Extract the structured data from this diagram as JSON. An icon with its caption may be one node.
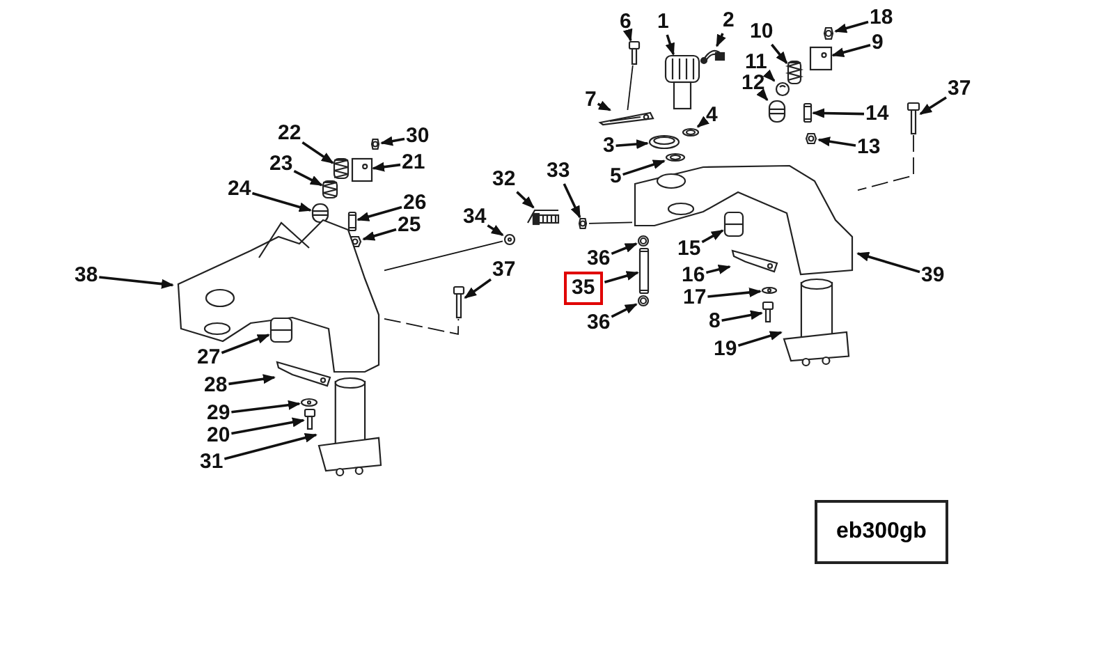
{
  "diagram": {
    "nodes": [
      {
        "text": [
          "18"
        ]
      },
      {
        "text": [
          "6"
        ]
      },
      {
        "text": [
          "2"
        ]
      },
      {
        "text": [
          "1"
        ]
      },
      {
        "text": [
          "10"
        ]
      },
      {
        "text": [
          "9"
        ]
      },
      {
        "text": [
          "11"
        ]
      },
      {
        "text": [
          "12"
        ]
      },
      {
        "text": [
          "37"
        ]
      },
      {
        "text": [
          "7"
        ]
      },
      {
        "text": [
          "14"
        ]
      },
      {
        "text": [
          "4"
        ]
      },
      {
        "text": [
          "3"
        ]
      },
      {
        "text": [
          "13"
        ]
      },
      {
        "text": [
          "22"
        ]
      },
      {
        "text": [
          "5"
        ]
      },
      {
        "text": [
          "30"
        ]
      },
      {
        "text": [
          "21"
        ]
      },
      {
        "text": [
          "23"
        ]
      },
      {
        "text": [
          "33"
        ]
      },
      {
        "text": [
          "32"
        ]
      },
      {
        "text": [
          "24"
        ]
      },
      {
        "text": [
          "26"
        ]
      },
      {
        "text": [
          "34"
        ]
      },
      {
        "text": [
          "25"
        ]
      },
      {
        "text": [
          "15"
        ]
      },
      {
        "text": [
          "36"
        ]
      },
      {
        "text": [
          "38"
        ]
      },
      {
        "text": [
          "37"
        ]
      },
      {
        "text": [
          "16"
        ]
      },
      {
        "text": [
          "35"
        ]
      },
      {
        "text": [
          "39"
        ]
      },
      {
        "text": [
          "17"
        ]
      },
      {
        "text": [
          "36"
        ]
      },
      {
        "text": [
          "8"
        ]
      },
      {
        "text": [
          "19"
        ]
      },
      {
        "text": [
          "27"
        ]
      },
      {
        "text": [
          "28"
        ]
      },
      {
        "text": [
          "29"
        ]
      },
      {
        "text": [
          "20"
        ]
      },
      {
        "text": [
          "31"
        ]
      },
      {
        "text": [
          "eb300gb"
        ]
      },
      {
        "text": [],
        "shape": "picture"
      },
      {
        "text": [],
        "shape": "picture"
      },
      {
        "text": [],
        "shape": "picture"
      },
      {
        "text": [],
        "shape": "picture"
      },
      {
        "text": [],
        "shape": "picture"
      },
      {
        "text": [],
        "shape": "picture"
      },
      {
        "text": [],
        "shape": "picture"
      },
      {
        "text": [],
        "shape": "picture"
      },
      {
        "text": [],
        "shape": "picture"
      },
      {
        "text": [],
        "shape": "picture"
      },
      {
        "text": [],
        "shape": "picture"
      },
      {
        "text": [],
        "shape": "picture"
      },
      {
        "text": [],
        "shape": "picture"
      },
      {
        "text": [],
        "shape": "picture"
      },
      {
        "text": [],
        "shape": "picture"
      },
      {
        "text": [],
        "shape": "picture"
      },
      {
        "text": [],
        "shape": "picture"
      },
      {
        "text": [],
        "shape": "picture"
      },
      {
        "text": [],
        "shape": "picture"
      },
      {
        "text": [],
        "shape": "picture"
      },
      {
        "text": [],
        "shape": "picture"
      },
      {
        "text": [],
        "shape": "picture"
      },
      {
        "text": [],
        "shape": "picture"
      },
      {
        "text": [],
        "shape": "picture"
      },
      {
        "text": [],
        "shape": "picture"
      },
      {
        "text": [],
        "shape": "picture"
      },
      {
        "text": [],
        "shape": "picture"
      },
      {
        "text": [],
        "shape": "picture"
      },
      {
        "text": [],
        "shape": "picture"
      },
      {
        "text": [],
        "shape": "picture"
      },
      {
        "text": [],
        "shape": "picture"
      },
      {
        "text": [],
        "shape": "picture"
      },
      {
        "text": [],
        "shape": "picture"
      },
      {
        "text": [],
        "shape": "picture"
      },
      {
        "text": [],
        "shape": "picture"
      },
      {
        "text": [],
        "shape": "picture"
      },
      {
        "text": [],
        "shape": "picture"
      },
      {
        "text": [],
        "shape": "picture"
      },
      {
        "text": [],
        "shape": "picture"
      },
      {
        "text": [],
        "shape": "picture"
      },
      {
        "text": [],
        "shape": "picture"
      }
    ],
    "edges": [
      {
        "from": 0,
        "to": 42,
        "arrow": "to"
      },
      {
        "from": 1,
        "to": 43,
        "arrow": "to"
      },
      {
        "from": 2,
        "to": 44,
        "arrow": "to"
      },
      {
        "from": 3,
        "to": 45,
        "arrow": "to"
      },
      {
        "from": 4,
        "to": 46,
        "arrow": "to"
      },
      {
        "from": 5,
        "to": 47,
        "arrow": "to"
      },
      {
        "from": 6,
        "to": 48,
        "arrow": "to"
      },
      {
        "from": 7,
        "to": 49,
        "arrow": "to"
      },
      {
        "from": 8,
        "to": 50,
        "arrow": "to"
      },
      {
        "from": 9,
        "to": 51,
        "arrow": "to"
      },
      {
        "from": 10,
        "to": 52,
        "arrow": "to"
      },
      {
        "from": 11,
        "to": 53,
        "arrow": "to"
      },
      {
        "from": 12,
        "to": 54,
        "arrow": "to"
      },
      {
        "from": 13,
        "to": 55,
        "arrow": "to"
      },
      {
        "from": 14,
        "to": 56,
        "arrow": "to"
      },
      {
        "from": 15,
        "to": 57,
        "arrow": "to"
      },
      {
        "from": 16,
        "to": 58,
        "arrow": "to"
      },
      {
        "from": 17,
        "to": 59,
        "arrow": "to"
      },
      {
        "from": 18,
        "to": 60,
        "arrow": "to"
      },
      {
        "from": 19,
        "to": 61,
        "arrow": "to"
      },
      {
        "from": 20,
        "to": 62,
        "arrow": "to"
      },
      {
        "from": 21,
        "to": 63,
        "arrow": "to"
      },
      {
        "from": 22,
        "to": 64,
        "arrow": "to"
      },
      {
        "from": 23,
        "to": 65,
        "arrow": "to"
      },
      {
        "from": 24,
        "to": 66,
        "arrow": "to"
      },
      {
        "from": 25,
        "to": 67,
        "arrow": "to"
      },
      {
        "from": 26,
        "to": 68,
        "arrow": "to"
      },
      {
        "from": 27,
        "to": 69,
        "arrow": "to"
      },
      {
        "from": 28,
        "to": 70,
        "arrow": "to"
      },
      {
        "from": 29,
        "to": 71,
        "arrow": "to"
      },
      {
        "from": 30,
        "to": 72,
        "arrow": "to"
      },
      {
        "from": 31,
        "to": 73,
        "arrow": "to"
      },
      {
        "from": 32,
        "to": 74,
        "arrow": "to"
      },
      {
        "from": 33,
        "to": 75,
        "arrow": "to"
      },
      {
        "from": 34,
        "to": 76,
        "arrow": "to"
      },
      {
        "from": 35,
        "to": 77,
        "arrow": "to"
      },
      {
        "from": 36,
        "to": 78,
        "arrow": "to"
      },
      {
        "from": 37,
        "to": 79,
        "arrow": "to"
      },
      {
        "from": 38,
        "to": 80,
        "arrow": "to"
      },
      {
        "from": 39,
        "to": 81,
        "arrow": "to"
      },
      {
        "from": 40,
        "to": 82,
        "arrow": "to"
      },
      {
        "from": 69,
        "to": 70,
        "arrow": "none",
        "style": "dashed"
      },
      {
        "from": 50,
        "to": 73,
        "arrow": "none",
        "style": "dashed"
      },
      {
        "from": 69,
        "to": 65,
        "arrow": "none"
      },
      {
        "from": 61,
        "to": 73,
        "arrow": "none"
      },
      {
        "from": 43,
        "to": 51,
        "arrow": "none"
      }
    ]
  }
}
